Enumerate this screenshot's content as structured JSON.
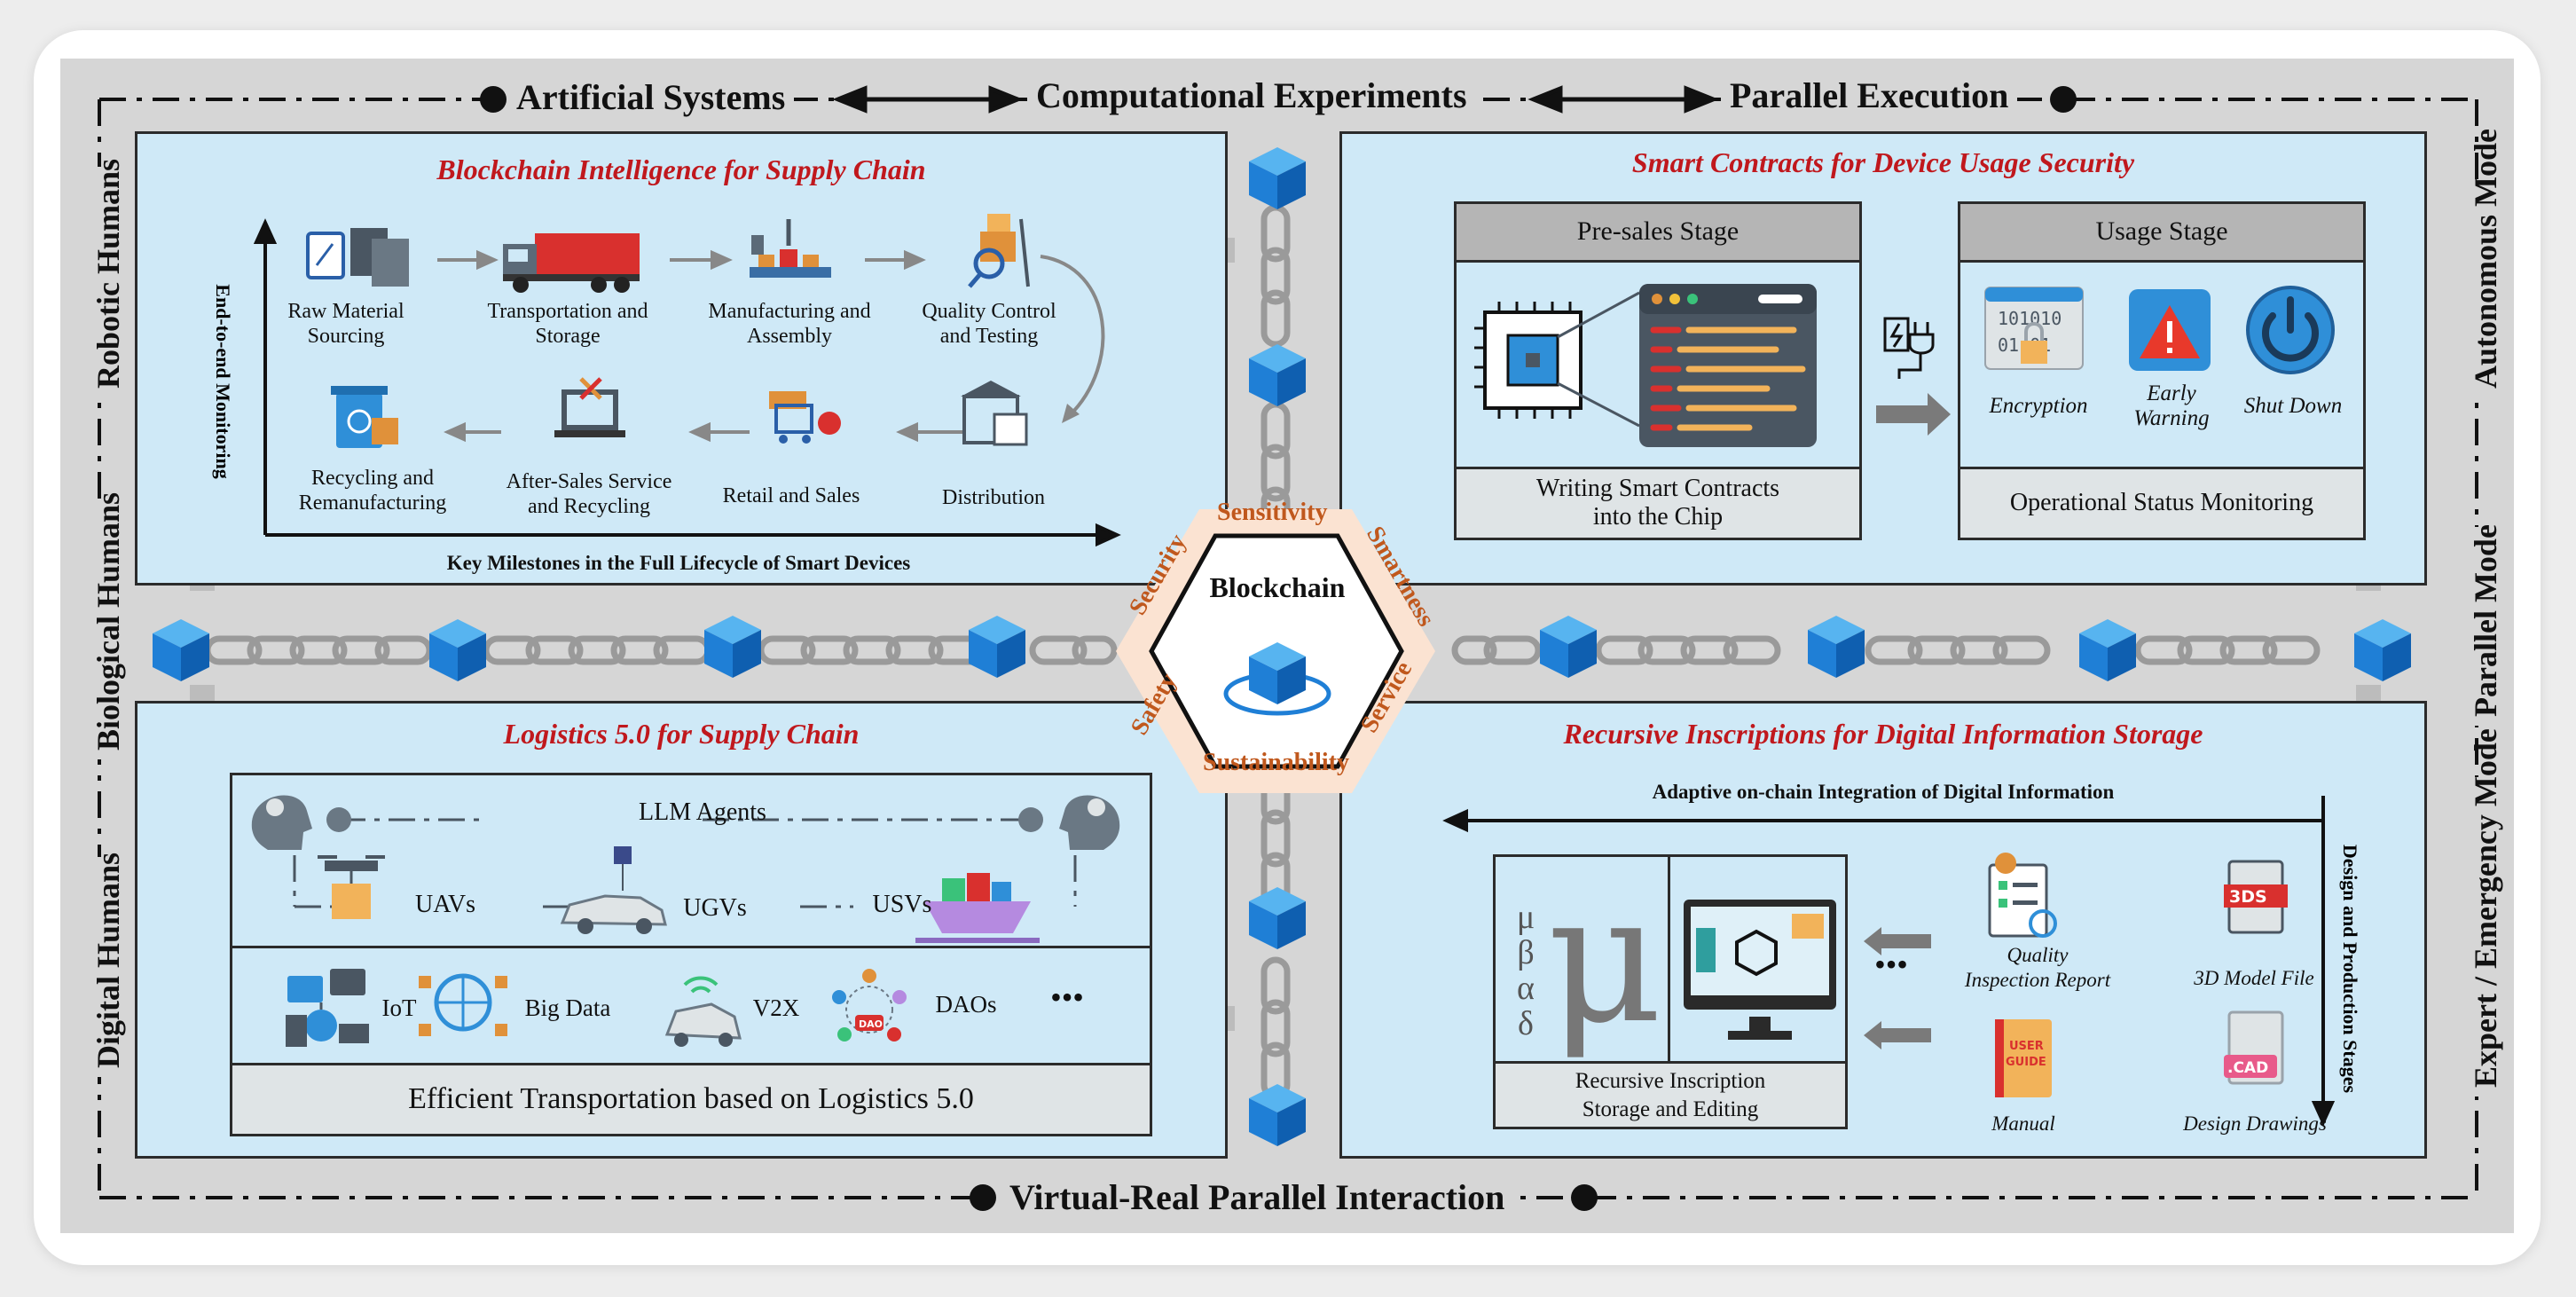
{
  "frame": {
    "top_labels": [
      "Artificial Systems",
      "Computational Experiments",
      "Parallel Execution"
    ],
    "bottom_label": "Virtual-Real Parallel Interaction",
    "left_labels": [
      "Robotic Humans",
      "Biological Humans",
      "Digital Humans"
    ],
    "right_labels": [
      "Autonomous Mode",
      "Parallel Mode",
      "Expert / Emergency Mode"
    ]
  },
  "center": {
    "title": "Blockchain",
    "hex_words": [
      "Sensitivity",
      "Smartness",
      "Service",
      "Sustainability",
      "Safety",
      "Security"
    ]
  },
  "supply_chain": {
    "title": "Blockchain Intelligence for Supply Chain",
    "y_axis": "End-to-end Monitoring",
    "x_axis": "Key Milestones in the Full Lifecycle of Smart Devices",
    "steps": [
      "Raw Material\nSourcing",
      "Transportation and\nStorage",
      "Manufacturing and\nAssembly",
      "Quality Control\nand Testing",
      "Distribution",
      "Retail and Sales",
      "After-Sales Service\nand Recycling",
      "Recycling and\nRemanufacturing"
    ]
  },
  "smart_contracts": {
    "title": "Smart Contracts for Device Usage Security",
    "pre_sales": "Pre-sales Stage",
    "pre_sales_footer": "Writing Smart Contracts\ninto the Chip",
    "usage": "Usage Stage",
    "usage_items": [
      "Encryption",
      "Early\nWarning",
      "Shut Down"
    ],
    "usage_footer": "Operational Status Monitoring",
    "binary_text": [
      "101010",
      "01 01"
    ]
  },
  "logistics": {
    "title": "Logistics 5.0 for Supply Chain",
    "llm": "LLM Agents",
    "vehicles": [
      "UAVs",
      "UGVs",
      "USVs"
    ],
    "tech": [
      "IoT",
      "Big Data",
      "V2X",
      "DAOs"
    ],
    "more": "•••",
    "footer": "Efficient Transportation based on Logistics 5.0"
  },
  "inscriptions": {
    "title": "Recursive Inscriptions for Digital Information Storage",
    "top_axis": "Adaptive on-chain Integration of Digital Information",
    "side_axis": "Design and Production Stages",
    "greek": [
      "μ",
      "β",
      "α",
      "δ"
    ],
    "big_greek": "μ",
    "box_footer": "Recursive Inscription\nStorage and Editing",
    "more": "•••",
    "files": [
      "Quality\nInspection Report",
      "3D Model File",
      "Manual",
      "Design Drawings"
    ],
    "badges": [
      "3DS",
      "USER\nGUIDE",
      ".CAD"
    ]
  },
  "colors": {
    "panel": "#cfe9f7",
    "title_red": "#c0181d",
    "accent_orange": "#c0581d",
    "cube_blue": "#1f7fd6"
  }
}
